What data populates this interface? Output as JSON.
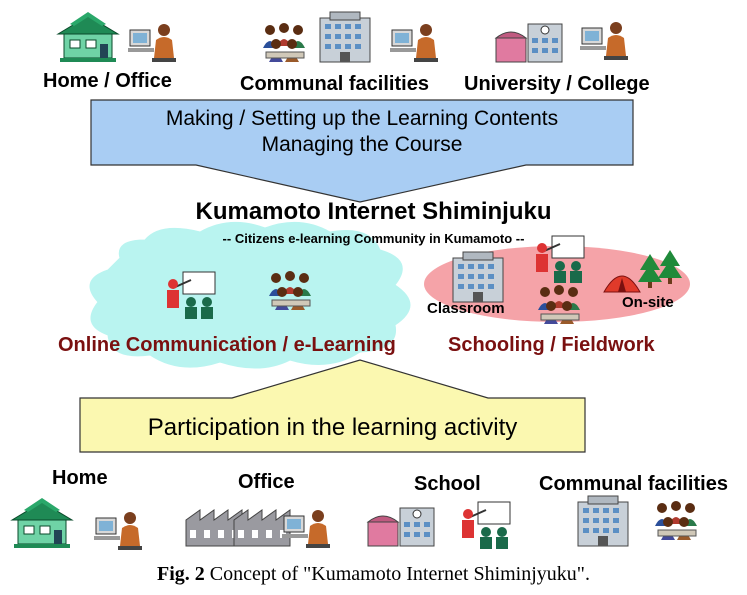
{
  "top_sources": [
    {
      "label": "Home / Office",
      "icons": [
        "house-icon",
        "person-at-computer-icon"
      ]
    },
    {
      "label": "Communal facilities",
      "icons": [
        "meeting-people-icon",
        "building-icon",
        "person-at-computer-icon"
      ]
    },
    {
      "label": "University / College",
      "icons": [
        "campus-icon",
        "person-at-computer-icon"
      ]
    }
  ],
  "top_arrow": {
    "line1": "Making / Setting up the Learning Contents",
    "line2": "Managing the Course",
    "fill": "#a9cdf3"
  },
  "center": {
    "title": "Kumamoto Internet Shiminjuku",
    "subtitle": "-- Citizens e-learning Community in Kumamoto --"
  },
  "left_cloud": {
    "label": "Online Communication / e-Learning",
    "fill": "#b9f4f0"
  },
  "right_ellipse": {
    "label": "Schooling / Fieldwork",
    "classroom": "Classroom",
    "onsite": "On-site",
    "fill": "#f5a3a8"
  },
  "bottom_arrow": {
    "label": "Participation in the learning activity",
    "fill": "#fbf8b0"
  },
  "bottom_sources": [
    {
      "label": "Home"
    },
    {
      "label": "Office"
    },
    {
      "label": "School"
    },
    {
      "label": "Communal facilities"
    }
  ],
  "caption": {
    "fig": "Fig. 2",
    "text": "Concept of \"Kumamoto Internet Shiminjyuku\"."
  }
}
